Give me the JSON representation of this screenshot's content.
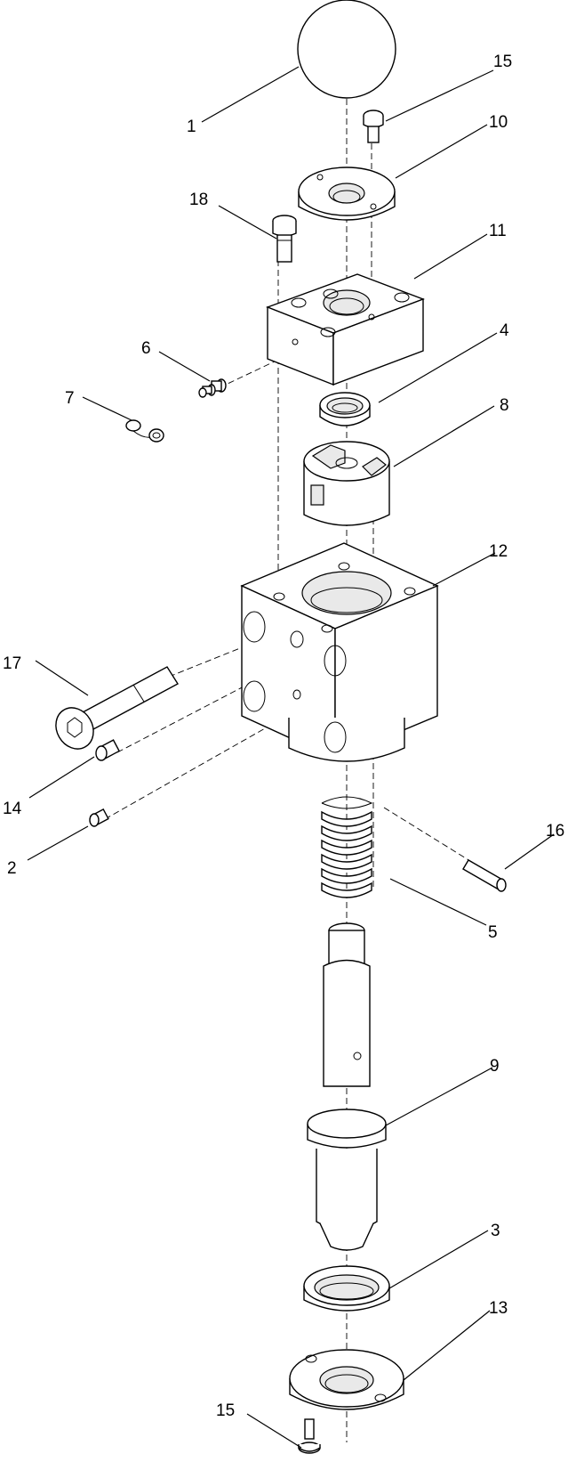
{
  "callouts": {
    "c1": "1",
    "c15_top": "15",
    "c10": "10",
    "c18": "18",
    "c11": "11",
    "c6": "6",
    "c7": "7",
    "c4": "4",
    "c8": "8",
    "c12": "12",
    "c17": "17",
    "c14": "14",
    "c2": "2",
    "c16": "16",
    "c5": "5",
    "c9": "9",
    "c3": "3",
    "c13": "13",
    "c15_bottom": "15"
  }
}
